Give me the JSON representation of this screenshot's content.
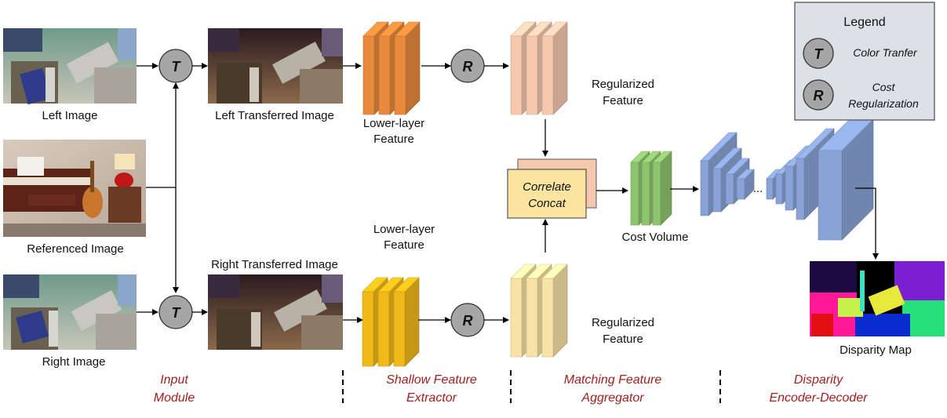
{
  "inputs": {
    "left_image": "Left Image",
    "referenced_image": "Referenced Image",
    "right_image": "Right Image"
  },
  "transfer": {
    "operator": "T",
    "left_output": "Left Transferred Image",
    "right_output": "Right Transferred Image"
  },
  "features": {
    "lower_top": [
      "Lower-layer",
      "Feature"
    ],
    "lower_bottom": [
      "Lower-layer",
      "Feature"
    ],
    "regularized_top": [
      "Regularized",
      "Feature"
    ],
    "regularized_bottom": [
      "Regularized",
      "Feature"
    ],
    "operator": "R"
  },
  "correlate": [
    "Correlate",
    "Concat"
  ],
  "cost_volume": "Cost Volume",
  "ellipsis": "...",
  "output": "Disparity Map",
  "sections": {
    "input": [
      "Input",
      "Module"
    ],
    "shallow": [
      "Shallow Feature",
      "Extractor"
    ],
    "matching": [
      "Matching Feature",
      "Aggregator"
    ],
    "disparity": [
      "Disparity",
      "Encoder-Decoder"
    ]
  },
  "legend": {
    "title": "Legend",
    "t_symbol": "T",
    "t_label": "Color Tranfer",
    "r_symbol": "R",
    "r_label": [
      "Cost",
      "Regularization"
    ]
  },
  "colors": {
    "shallow_top": "#e98a3c",
    "shallow_bottom": "#f2b91a",
    "regularized_top": "#f6c8ae",
    "regularized_bottom": "#f7e3a6",
    "cost_volume": "#8fc46e",
    "encoder_decoder": "#8aa3d6",
    "operator_fill": "#a6a6a6",
    "section_text": "#a0201f"
  }
}
